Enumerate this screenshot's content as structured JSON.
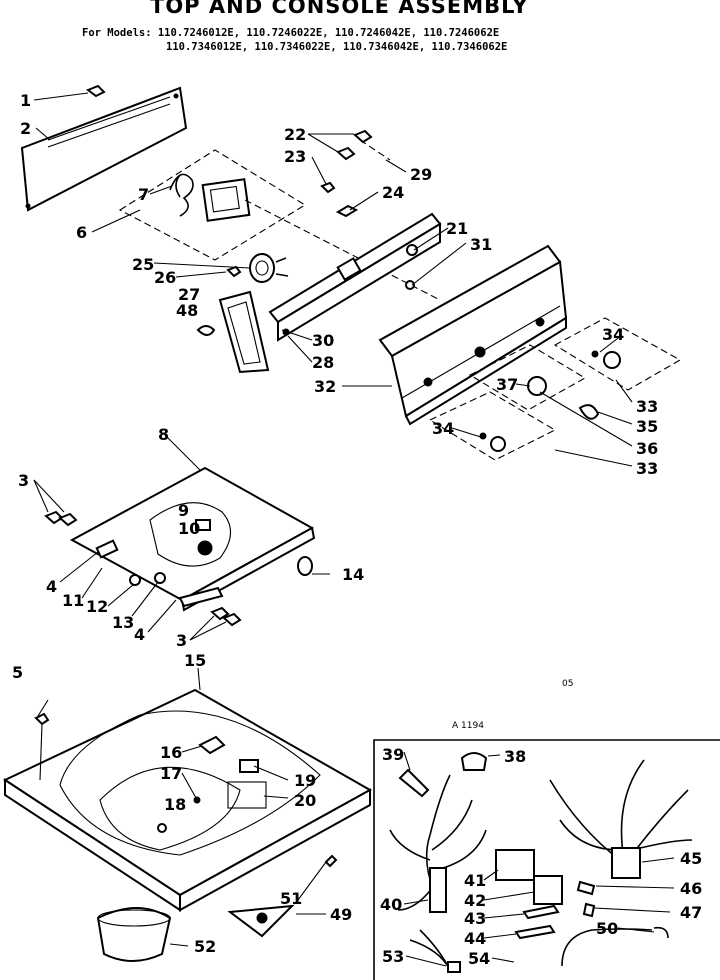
{
  "title": "TOP AND CONSOLE ASSEMBLY",
  "models_line1": "For Models: 110.7246012E, 110.7246022E, 110.7246042E, 110.7246062E",
  "models_line2": "110.7346012E, 110.7346022E, 110.7346042E, 110.7346062E",
  "note_05": "05",
  "note_a1194": "A 1194",
  "labels": {
    "n1": "1",
    "n2": "2",
    "n3a": "3",
    "n3b": "3",
    "n4a": "4",
    "n4b": "4",
    "n5": "5",
    "n6": "6",
    "n7": "7",
    "n8": "8",
    "n9": "9",
    "n10": "10",
    "n11": "11",
    "n12": "12",
    "n13": "13",
    "n14": "14",
    "n15": "15",
    "n16": "16",
    "n17": "17",
    "n18": "18",
    "n19": "19",
    "n20": "20",
    "n21": "21",
    "n22": "22",
    "n23": "23",
    "n24": "24",
    "n25": "25",
    "n26": "26",
    "n27": "27",
    "n28": "28",
    "n29": "29",
    "n30": "30",
    "n31": "31",
    "n32": "32",
    "n33a": "33",
    "n33b": "33",
    "n34a": "34",
    "n34b": "34",
    "n35": "35",
    "n36": "36",
    "n37": "37",
    "n38": "38",
    "n39": "39",
    "n40": "40",
    "n41": "41",
    "n42": "42",
    "n43": "43",
    "n44": "44",
    "n45": "45",
    "n46": "46",
    "n47": "47",
    "n48": "48",
    "n49": "49",
    "n50": "50",
    "n51": "51",
    "n52": "52",
    "n53": "53",
    "n54": "54"
  }
}
